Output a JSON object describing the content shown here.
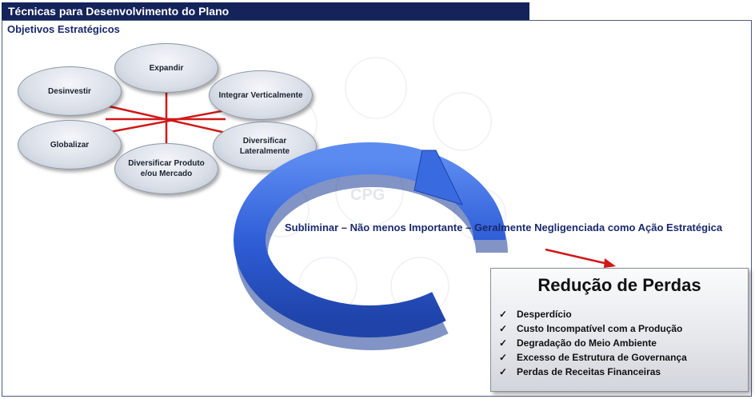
{
  "header": {
    "title": "Técnicas para Desenvolvimento do Plano"
  },
  "section": {
    "subtitle": "Objetivos Estratégicos"
  },
  "objectives": {
    "expandir": "Expandir",
    "desinvestir": "Desinvestir",
    "integrar": "Integrar Verticalmente",
    "globalizar": "Globalizar",
    "diversificar_lat": "Diversificar Lateralmente",
    "diversificar_prod": "Diversificar Produto e/ou Mercado"
  },
  "cycle": {
    "label": "Subliminar – Não menos Importante – Geralmente Negligenciada como Ação Estratégica"
  },
  "watermark": {
    "text": "CPG"
  },
  "box": {
    "title": "Redução de Perdas",
    "items": [
      "Desperdício",
      "Custo Incompatível com a Produção",
      "Degradação do Meio Ambiente",
      "Excesso de Estrutura de Governança",
      "Perdas de Receitas Financeiras"
    ]
  },
  "colors": {
    "header_bg": "#14235a",
    "accent_text": "#1a2a6c",
    "cycle_blue": "#2f5ed8",
    "spoke_red": "#d01818"
  },
  "icons": {
    "check": "check-icon",
    "arrow": "red-arrow-icon"
  }
}
